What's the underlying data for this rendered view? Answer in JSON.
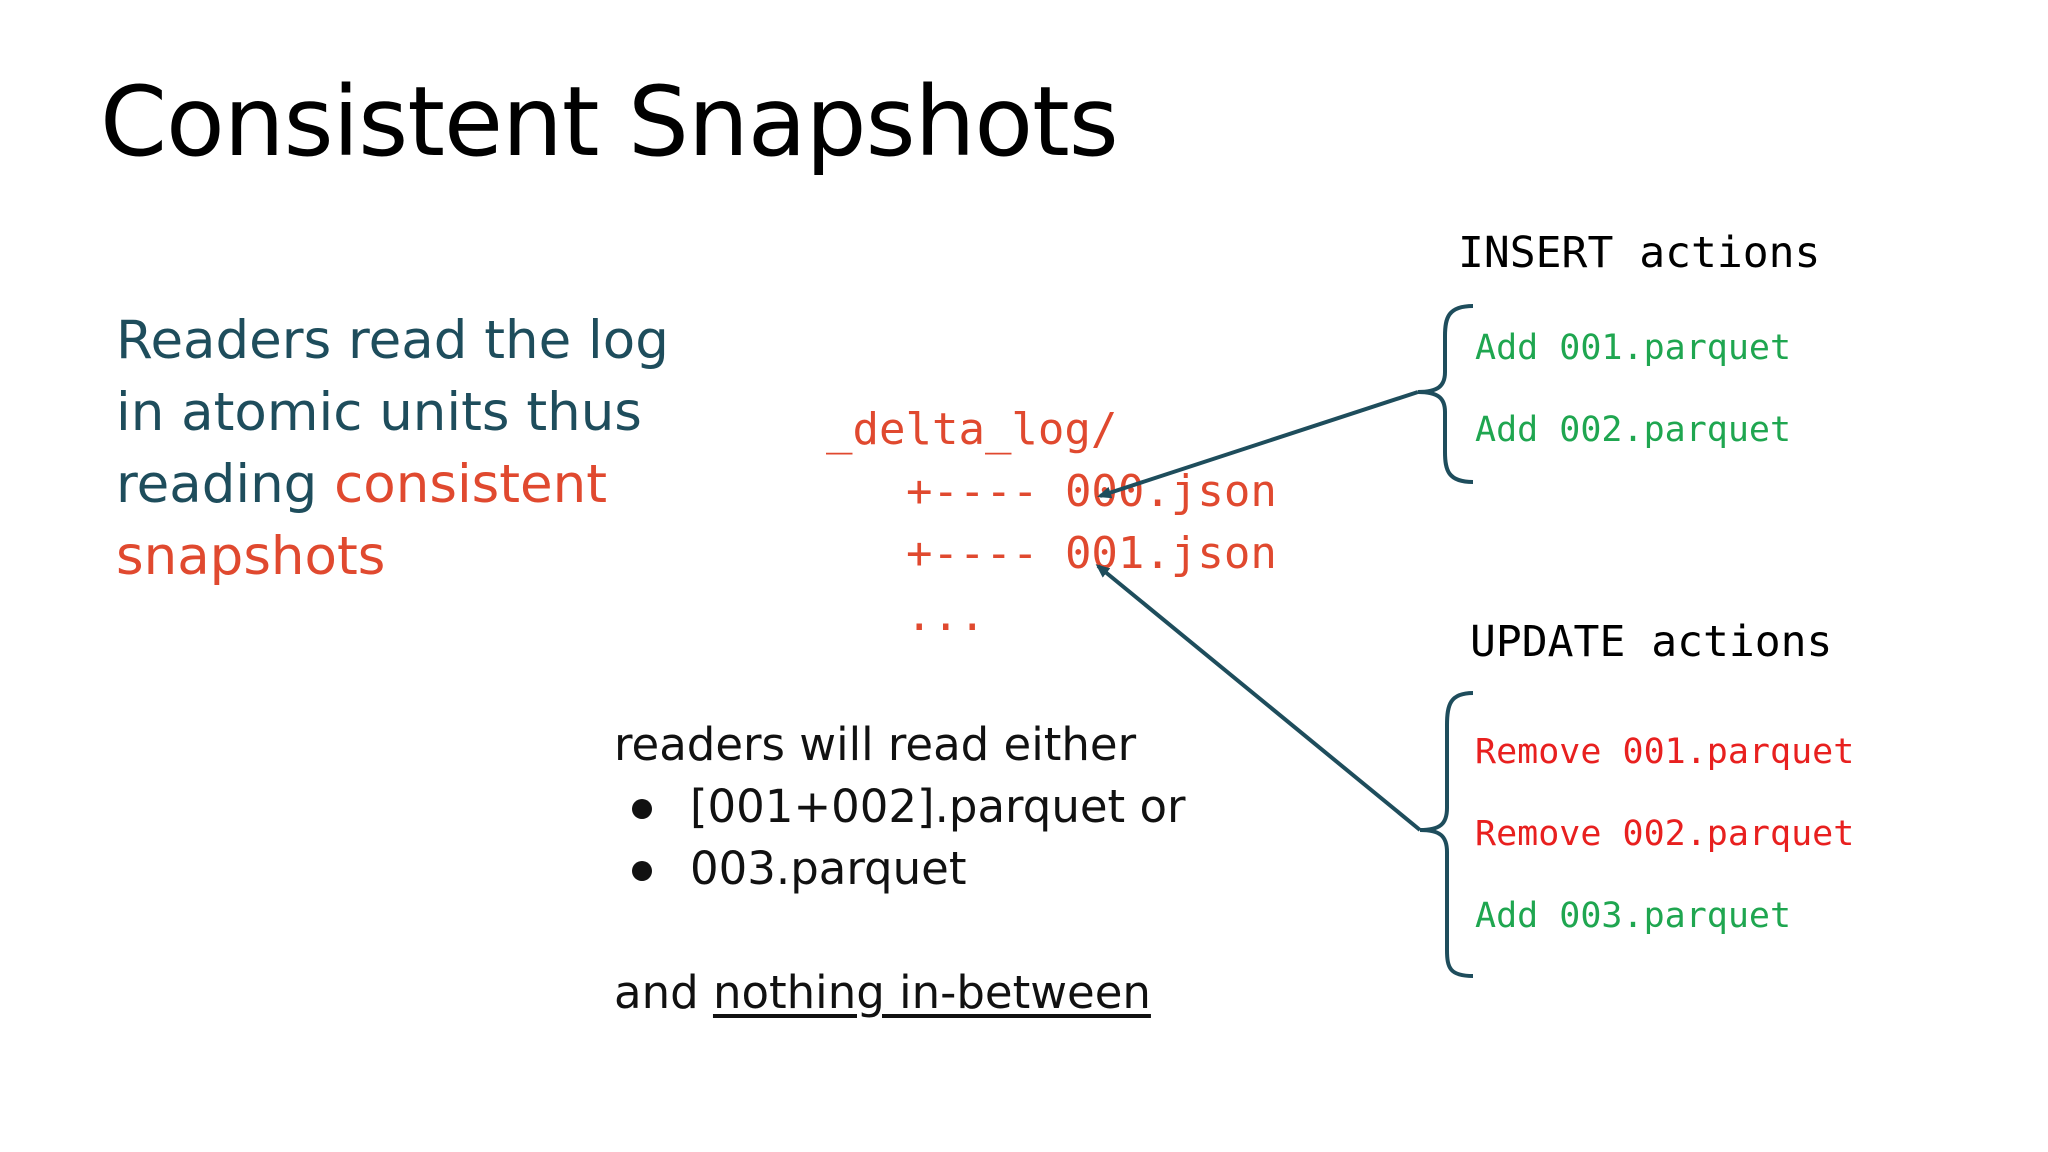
{
  "title": "Consistent Snapshots",
  "lead": {
    "line1": "Readers read the log",
    "line2": "in atomic units thus",
    "line3_prefix": "reading ",
    "line3_accent": "consistent",
    "line4_accent": "snapshots"
  },
  "log": {
    "dir": "_delta_log/",
    "entry1": "+---- 000.json",
    "entry2": "+---- 001.json",
    "ellipsis": "..."
  },
  "insert": {
    "heading": "INSERT actions",
    "actions": [
      "Add 001.parquet",
      "Add 002.parquet"
    ]
  },
  "update": {
    "heading": "UPDATE actions",
    "actions": [
      "Remove 001.parquet",
      "Remove 002.parquet",
      "Add 003.parquet"
    ]
  },
  "readers": {
    "intro": "readers will read either",
    "bullets": [
      "[001+002].parquet or",
      "003.parquet"
    ],
    "closing_prefix": "and ",
    "closing_emphasis": "nothing in-between"
  },
  "colors": {
    "teal": "#1e4d5c",
    "accent_red": "#e0492f",
    "add_green": "#1fa650",
    "remove_red": "#e8201f"
  }
}
